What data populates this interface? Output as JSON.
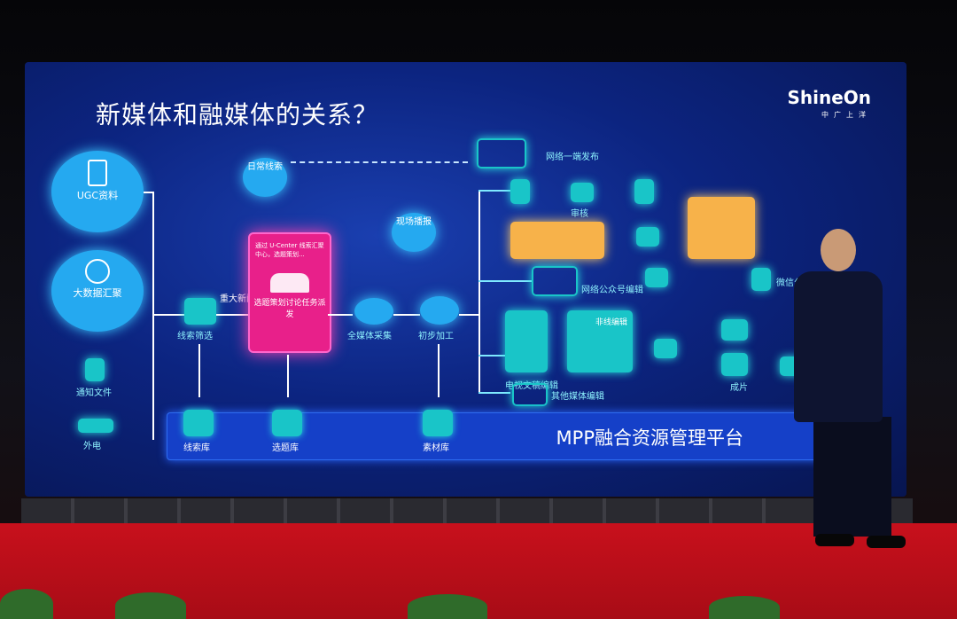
{
  "slide": {
    "title": "新媒体和融媒体的关系？",
    "logo": {
      "main": "ShineOn",
      "sub": "中广上洋"
    },
    "nodes": {
      "ugc": "UGC资料",
      "bigdata": "大数据汇聚",
      "notice": "通知文件",
      "external": "外电",
      "daily": "日常线索",
      "scene": "现场播报",
      "major": "重大新闻",
      "collect": "线索筛选",
      "ucenter_text": "通过 U-Center 线索汇聚中心，选题策划...",
      "ucenter_label": "选题策划讨论任务派发",
      "allmedia": "全媒体采集",
      "process": "初步加工",
      "pc_publish": "网络一端发布",
      "wechat_edit": "网络公众号编辑",
      "wechat_publish": "微信公众号发布",
      "tv_edit": "电视文稿编辑",
      "editing": "非线编辑",
      "review": "审核",
      "other_edit": "其他媒体编辑",
      "film": "成片"
    },
    "platform_label": "MPP融合资源管理平台",
    "db_labels": [
      "线索库",
      "选题库",
      "素材库"
    ]
  },
  "colors": {
    "screen": "#0c2480",
    "accent_cyan": "#19c5c8",
    "accent_pink": "#e8208a",
    "accent_orange": "#f7b24a",
    "stage_red": "#c8101c"
  }
}
